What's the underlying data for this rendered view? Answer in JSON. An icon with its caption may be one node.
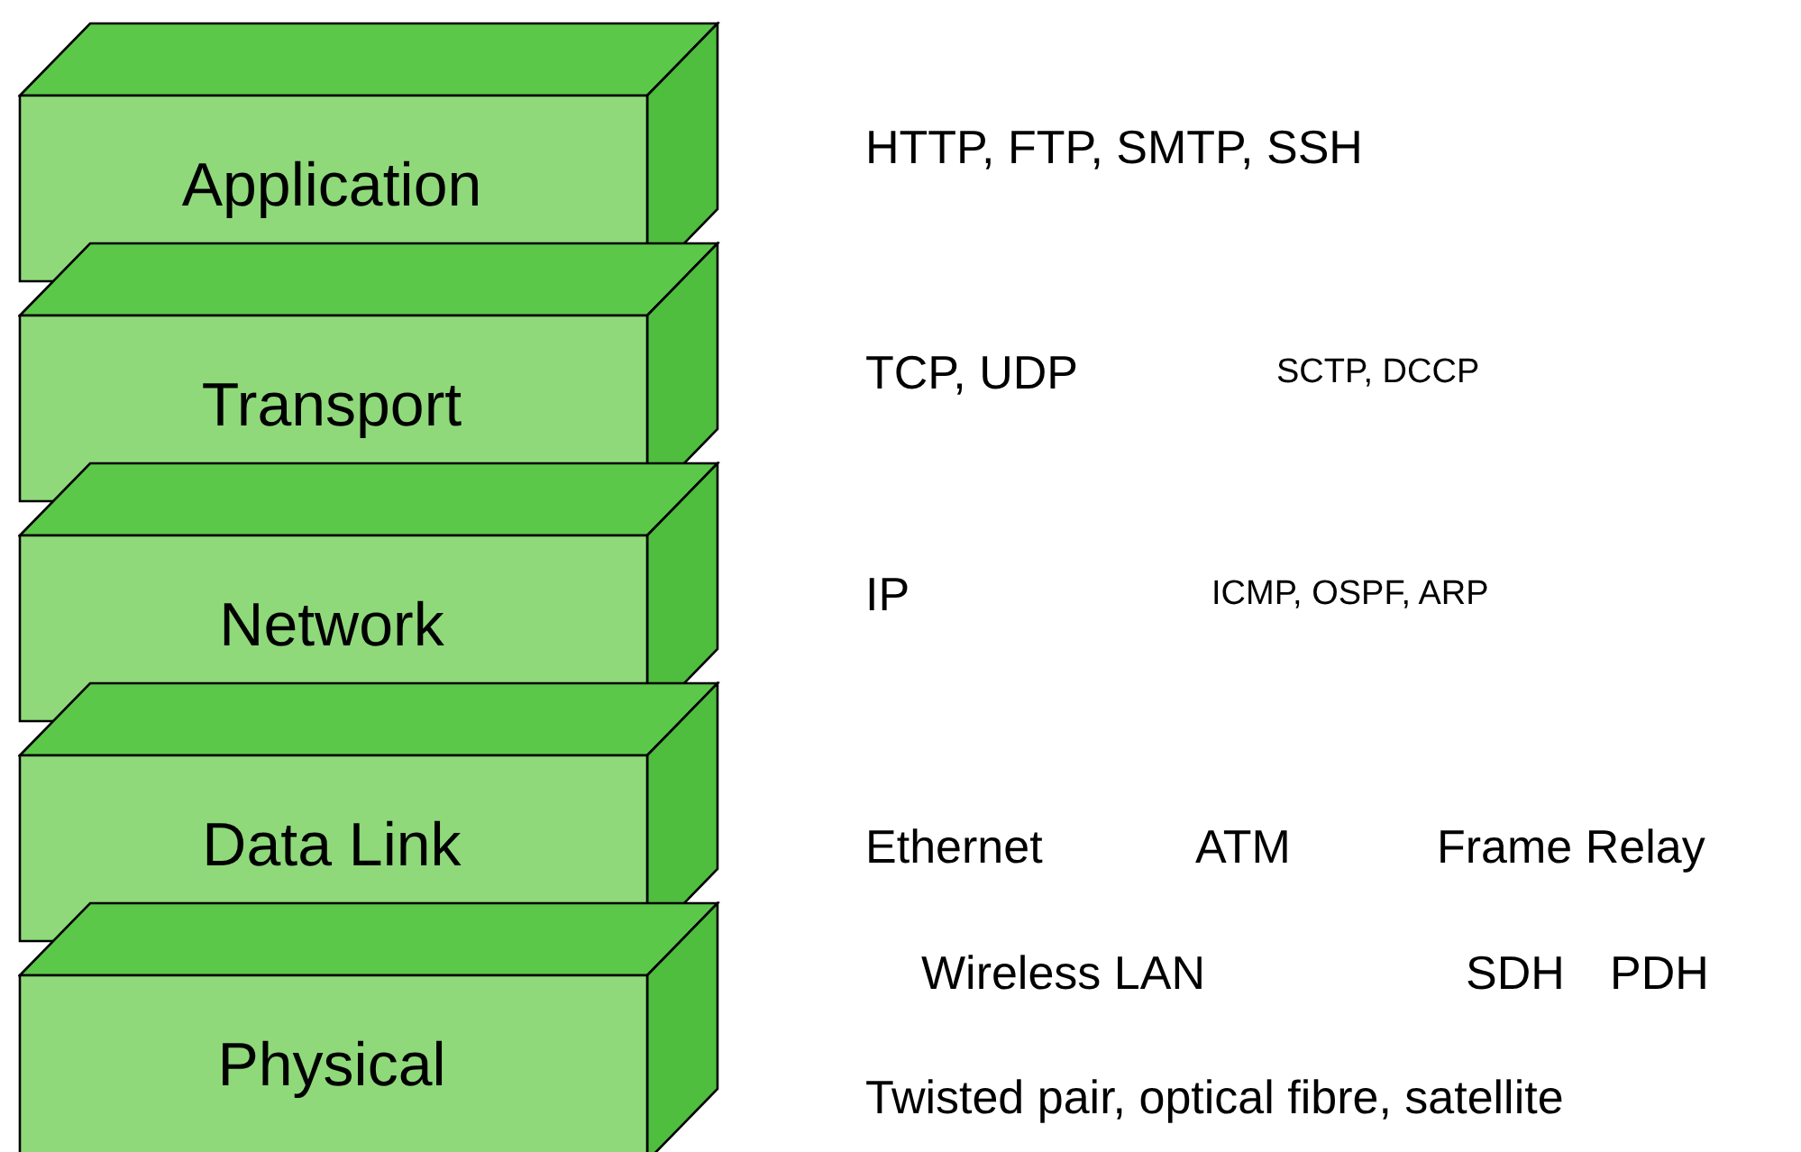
{
  "diagram": {
    "nodes": [
      {
        "text": [
          "Application"
        ]
      },
      {
        "text": [
          "Transport"
        ]
      },
      {
        "text": [
          "Network"
        ]
      },
      {
        "text": [
          "Data Link"
        ]
      },
      {
        "text": [
          "Physical"
        ]
      }
    ],
    "edges": [],
    "labels": [
      "HTTP, FTP, SMTP, SSH",
      "TCP, UDP",
      "SCTP, DCCP",
      "IP",
      "ICMP, OSPF, ARP",
      "Ethernet",
      "ATM",
      "Frame Relay",
      "Wireless LAN",
      "SDH",
      "PDH",
      "Twisted pair, optical fibre, satellite"
    ]
  }
}
